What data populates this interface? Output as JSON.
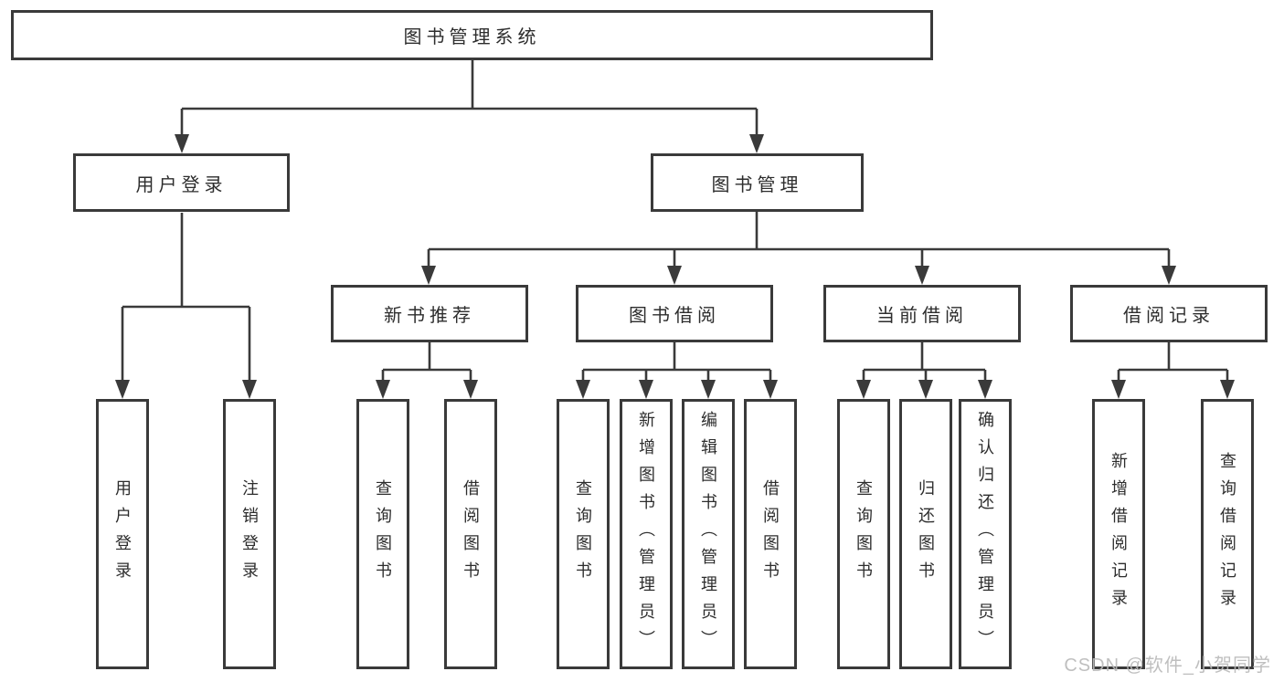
{
  "title": "图书管理系统",
  "watermark": "CSDN @软件_小贺同学",
  "colors": {
    "line": "#3a3a3a",
    "border": "#3a3a3a",
    "text": "#2d2d2d",
    "watermark": "#b9b9b9",
    "background": "#ffffff"
  },
  "level2": [
    {
      "label": "用户登录"
    },
    {
      "label": "图书管理"
    }
  ],
  "level3": [
    {
      "label": "新书推荐",
      "parent": "图书管理"
    },
    {
      "label": "图书借阅",
      "parent": "图书管理"
    },
    {
      "label": "当前借阅",
      "parent": "图书管理"
    },
    {
      "label": "借阅记录",
      "parent": "图书管理"
    }
  ],
  "leaves": [
    {
      "label": "用户登录",
      "parent": "用户登录"
    },
    {
      "label": "注销登录",
      "parent": "用户登录"
    },
    {
      "label": "查询图书",
      "parent": "新书推荐"
    },
    {
      "label": "借阅图书",
      "parent": "新书推荐"
    },
    {
      "label": "查询图书",
      "parent": "图书借阅"
    },
    {
      "label": "新增图书（管理员）",
      "parent": "图书借阅"
    },
    {
      "label": "编辑图书（管理员）",
      "parent": "图书借阅"
    },
    {
      "label": "借阅图书",
      "parent": "图书借阅"
    },
    {
      "label": "查询图书",
      "parent": "当前借阅"
    },
    {
      "label": "归还图书",
      "parent": "当前借阅"
    },
    {
      "label": "确认归还（管理员）",
      "parent": "当前借阅"
    },
    {
      "label": "新增借阅记录",
      "parent": "借阅记录"
    },
    {
      "label": "查询借阅记录",
      "parent": "借阅记录"
    }
  ]
}
